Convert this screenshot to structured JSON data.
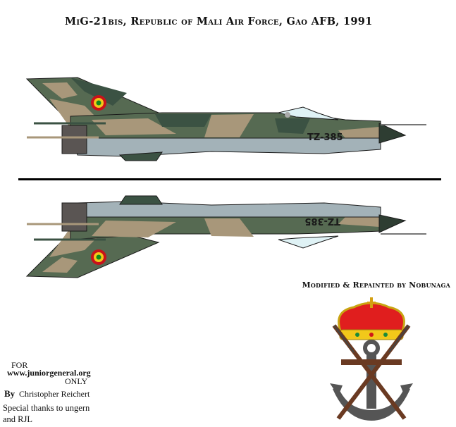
{
  "header": {
    "title": "MiG-21bis, Republic of Mali Air Force, Gao AFB, 1991"
  },
  "aircraft": [
    {
      "view": "port-side",
      "serial": "TZ-385",
      "roundel_colors": [
        "#c8121a",
        "#f2c81a",
        "#118a1e"
      ]
    },
    {
      "view": "starboard-side (mirrored)",
      "serial": "TZ-385",
      "roundel_colors": [
        "#c8121a",
        "#f2c81a",
        "#118a1e"
      ]
    }
  ],
  "palette": {
    "dark_green": "#3b5243",
    "medium_green": "#566a52",
    "tan": "#a8977a",
    "underside_gray": "#a3b2b8",
    "engine_gray": "#5a5553",
    "outline": "#1a1a1a"
  },
  "credit": {
    "text": "Modified & Repainted by Nobunaga"
  },
  "footer": {
    "for": "FOR",
    "site": "www.juniorgeneral.org",
    "only": "ONLY",
    "by": "By",
    "author": "Christopher Reichert",
    "thanks_line1": "Special thanks to ungern",
    "thanks_line2": "and RJL"
  },
  "emblem": {
    "name": "Spanish Marine Infantry emblem",
    "elements": [
      "royal crown",
      "anchor",
      "crossed rifles"
    ]
  }
}
